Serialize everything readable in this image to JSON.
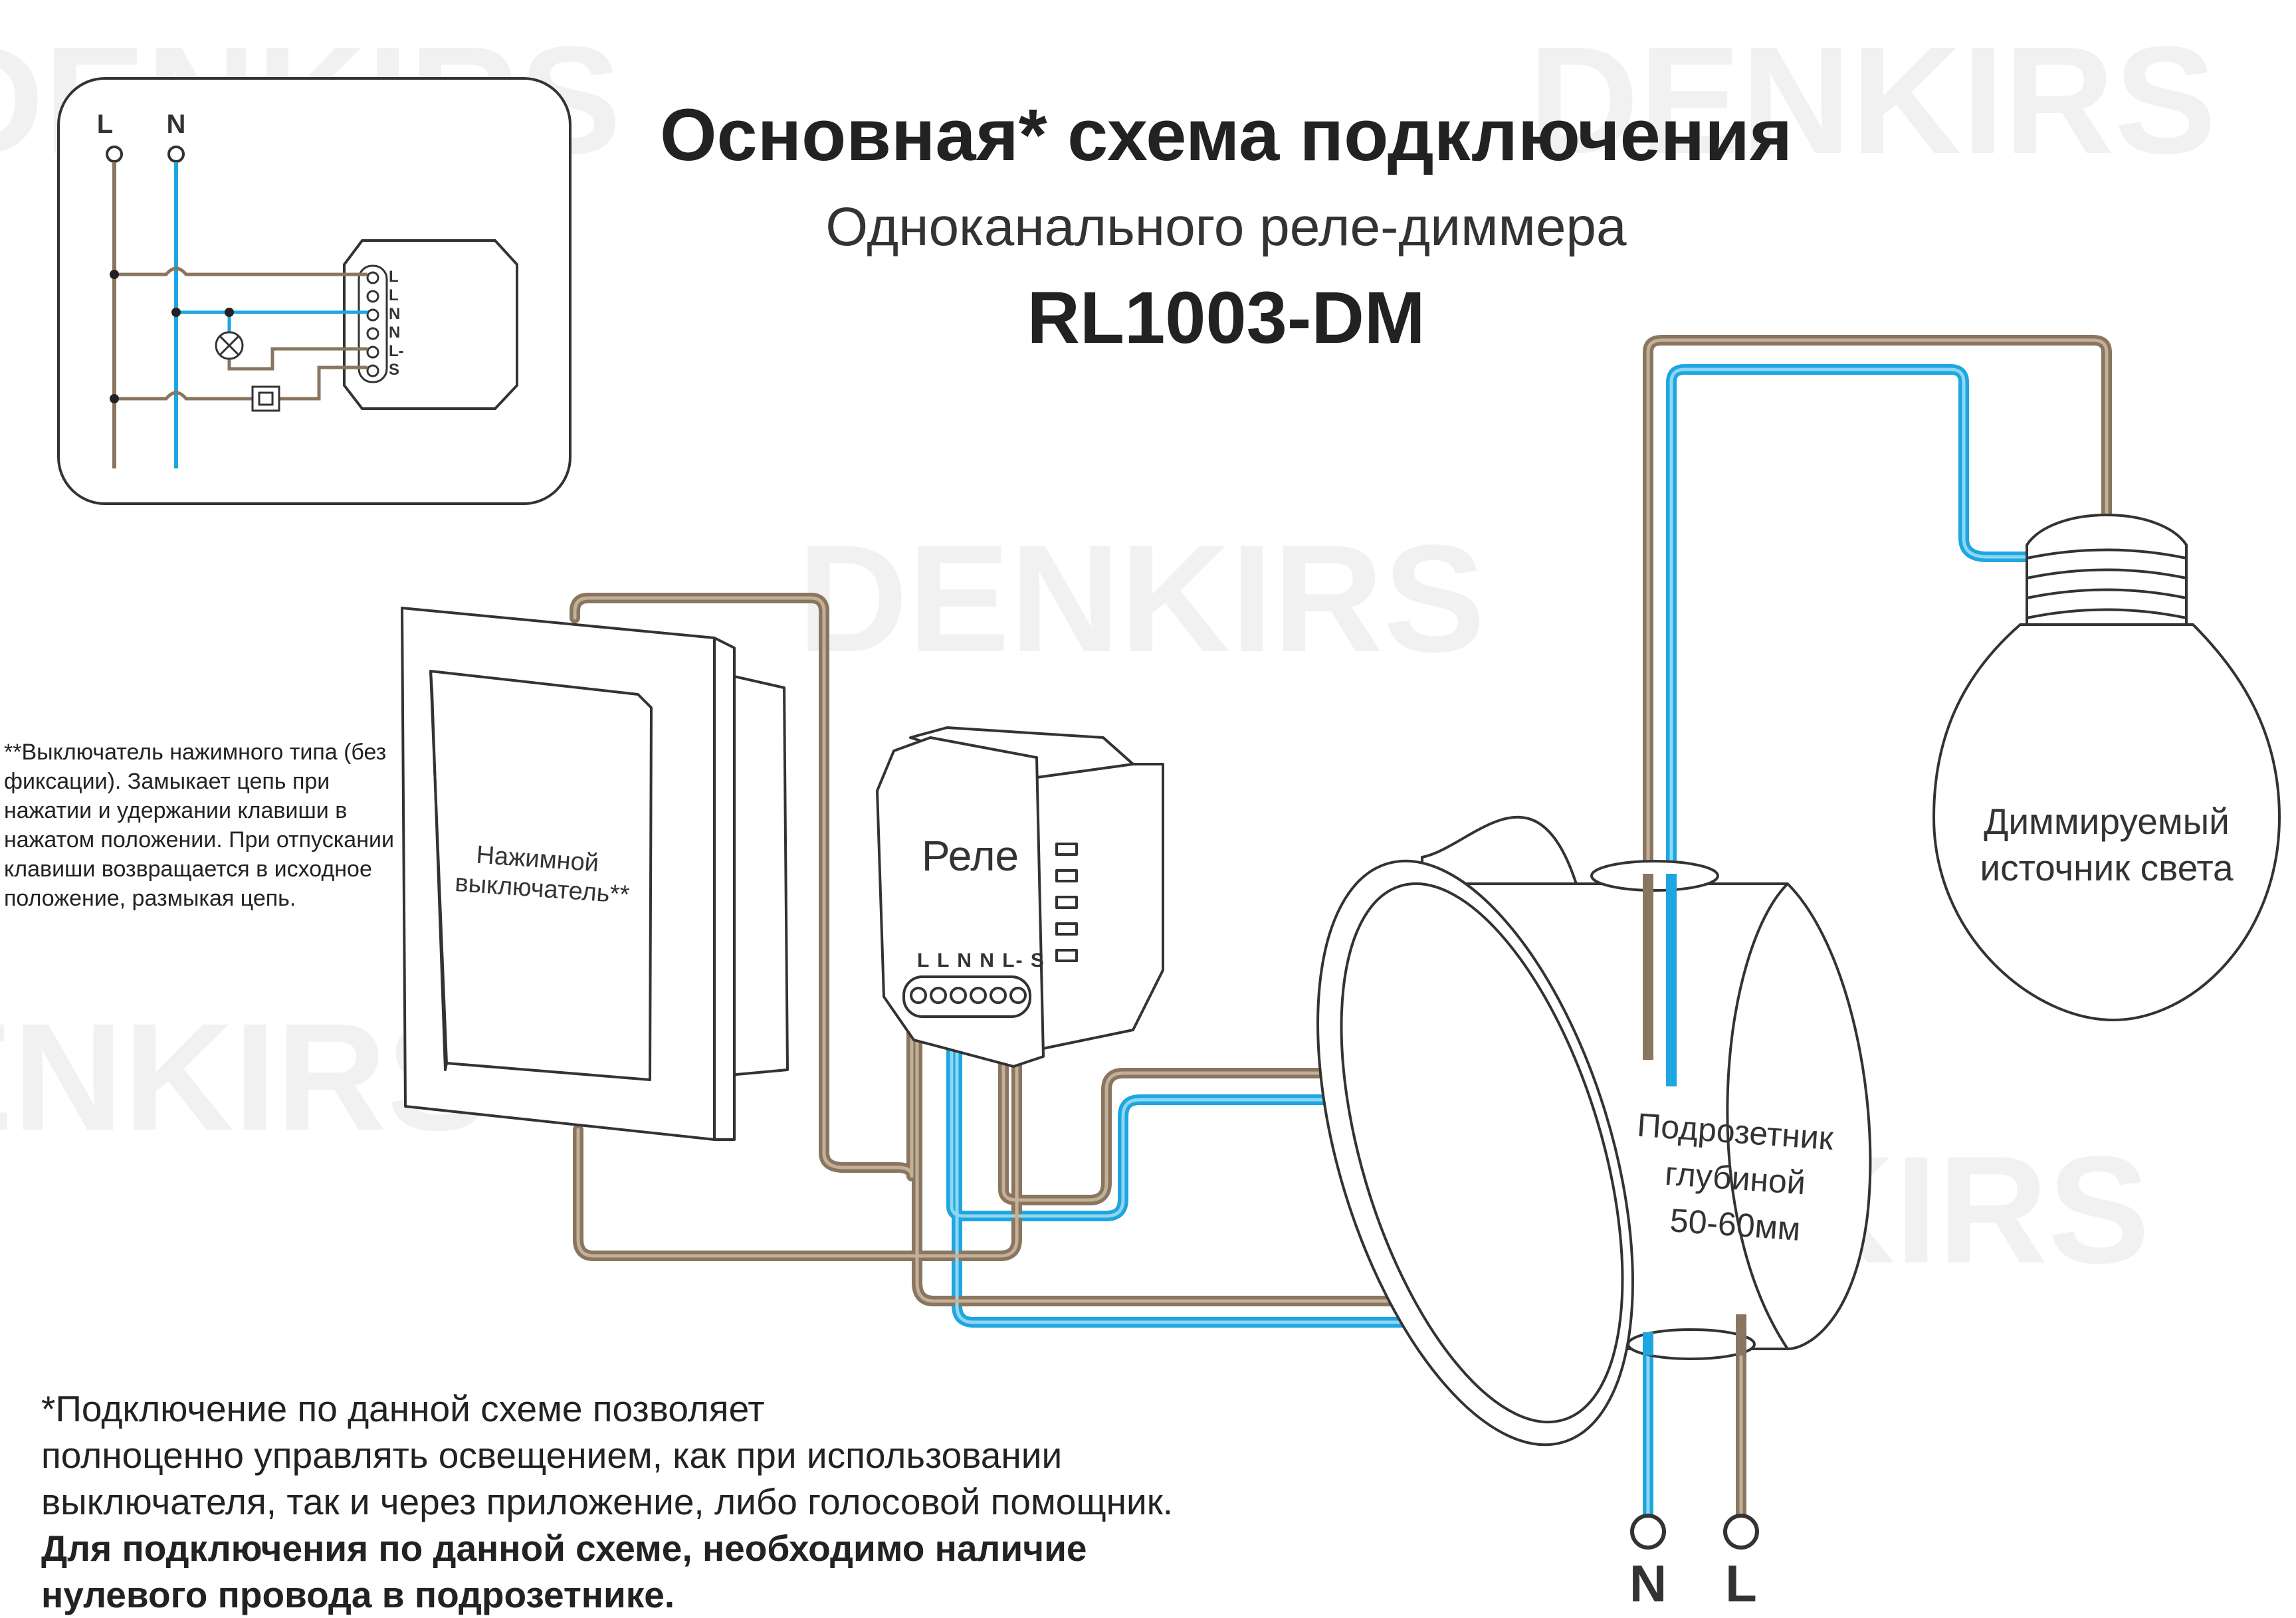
{
  "title": {
    "main": "Основная* схема подключения",
    "subtitle": "Одноканального реле-диммера",
    "model": "RL1003-DM"
  },
  "watermark": "DENKIRS",
  "colors": {
    "phase_wire": "#8a7660",
    "neutral_wire": "#1ea6e0",
    "outline": "#333333"
  },
  "mini_diagram": {
    "bus_l": "L",
    "bus_n": "N",
    "terminals": [
      "L",
      "L",
      "N",
      "N",
      "L-",
      "S"
    ]
  },
  "switch_label": {
    "line1": "Нажимной",
    "line2": "выключатель**"
  },
  "relay": {
    "label": "Реле",
    "terminals": "L L N N L- S"
  },
  "lamp": {
    "line1": "Диммируемый",
    "line2": "источник света"
  },
  "box": {
    "line1": "Подрозетник",
    "line2": "глубиной",
    "line3": "50-60мм"
  },
  "mains": {
    "n": "N",
    "l": "L"
  },
  "notes": {
    "switch_note": "**Выключатель нажимного типа (без фиксации). Замыкает цепь при нажатии и удержании клавиши в нажатом положении. При отпускании клавиши возвращается в исходное положение, размыкая цепь.",
    "bottom_line1": "*Подключение по данной схеме позволяет",
    "bottom_line2": "полноценно управлять освещением, как при использовании",
    "bottom_line3": "выключателя, так и через приложение, либо голосовой помощник.",
    "bottom_bold1": "Для подключения по данной схеме, необходимо наличие",
    "bottom_bold2": "нулевого провода в подрозетнике."
  }
}
